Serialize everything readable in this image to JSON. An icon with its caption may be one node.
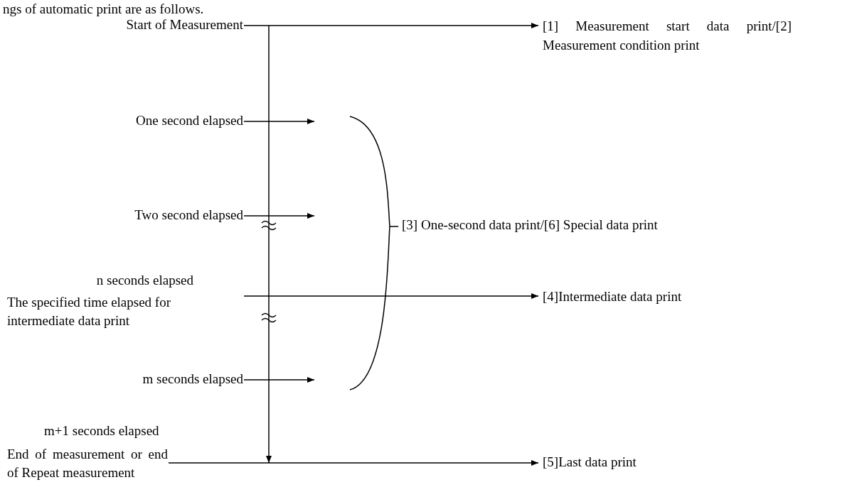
{
  "diagram": {
    "nodes": [
      {
        "text": [
          "Start of Measurement"
        ]
      },
      {
        "text": [
          "[1] Measurement start data print/[2] Measurement condition print"
        ]
      },
      {
        "text": [
          "One second elapsed"
        ]
      },
      {
        "text": [
          "Two second elapsed"
        ]
      },
      {
        "text": [
          "n seconds elapsed",
          "The specified time elapsed for intermediate data print"
        ]
      },
      {
        "text": [
          "[4]Intermediate data print"
        ]
      },
      {
        "text": [
          "m seconds elapsed"
        ]
      },
      {
        "text": [
          "m+1 seconds elapsed",
          "End of measurement or end of Repeat measurement"
        ]
      },
      {
        "text": [
          "[5]Last data print"
        ]
      },
      {
        "text": [
          "[3] One-second data print/[6] Special data print"
        ]
      }
    ],
    "edges": [
      {
        "from": 0,
        "to": 1,
        "arrow": "to"
      },
      {
        "from": 2,
        "to": null,
        "arrow": "to"
      },
      {
        "from": 3,
        "to": null,
        "arrow": "to"
      },
      {
        "from": 4,
        "to": 5,
        "arrow": "to"
      },
      {
        "from": 6,
        "to": null,
        "arrow": "to"
      },
      {
        "from": 7,
        "to": 8,
        "arrow": "to"
      }
    ],
    "labels": [
      "ngs of automatic print are as follows."
    ]
  }
}
